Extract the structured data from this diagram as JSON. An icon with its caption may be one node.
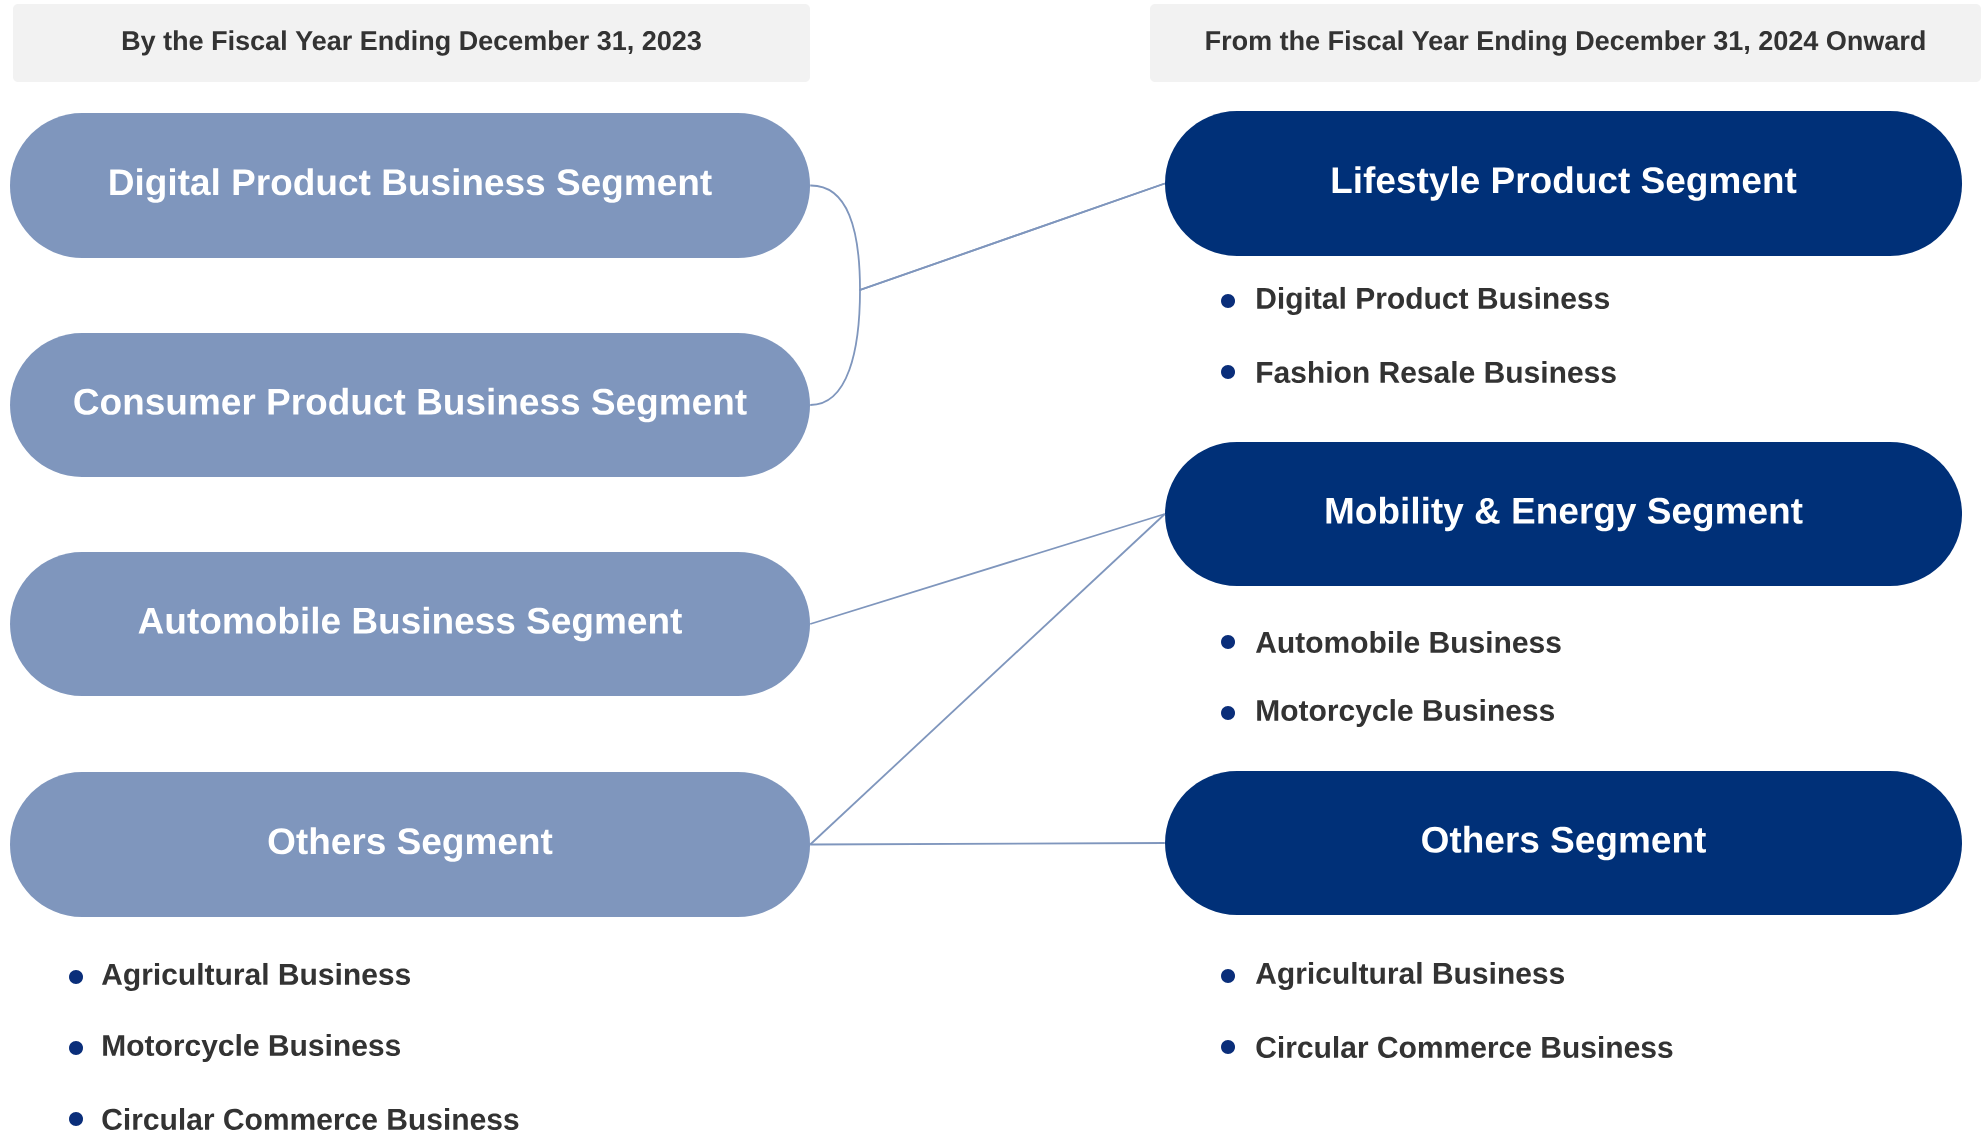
{
  "diagram": {
    "nodes": [
      {
        "text": [
          "By the Fiscal Year Ending December 31, 2023"
        ]
      },
      {
        "text": [
          "From the Fiscal Year Ending December 31, 2024 Onward"
        ]
      },
      {
        "text": [
          "Digital Product Business Segment"
        ]
      },
      {
        "text": [
          "Consumer Product Business Segment"
        ]
      },
      {
        "text": [
          "Automobile Business Segment"
        ]
      },
      {
        "text": [
          "Others Segment"
        ],
        "beside": [
          "Agricultural Business",
          "Motorcycle Business",
          "Circular Commerce Business"
        ]
      },
      {
        "text": [
          "Lifestyle Product Segment"
        ],
        "beside": [
          "Digital Product Business",
          "Fashion Resale Business"
        ]
      },
      {
        "text": [
          "Mobility & Energy Segment"
        ],
        "beside": [
          "Automobile Business",
          "Motorcycle Business"
        ]
      },
      {
        "text": [
          "Others Segment"
        ],
        "beside": [
          "Agricultural Business",
          "Circular Commerce Business"
        ]
      }
    ],
    "edges": [
      {
        "from": 2,
        "to": 6,
        "arrow": "none"
      },
      {
        "from": 3,
        "to": 6,
        "arrow": "none"
      },
      {
        "from": 4,
        "to": 7,
        "arrow": "none"
      },
      {
        "from": 5,
        "to": 7,
        "arrow": "none"
      },
      {
        "from": 5,
        "to": 8,
        "arrow": "none"
      }
    ]
  }
}
